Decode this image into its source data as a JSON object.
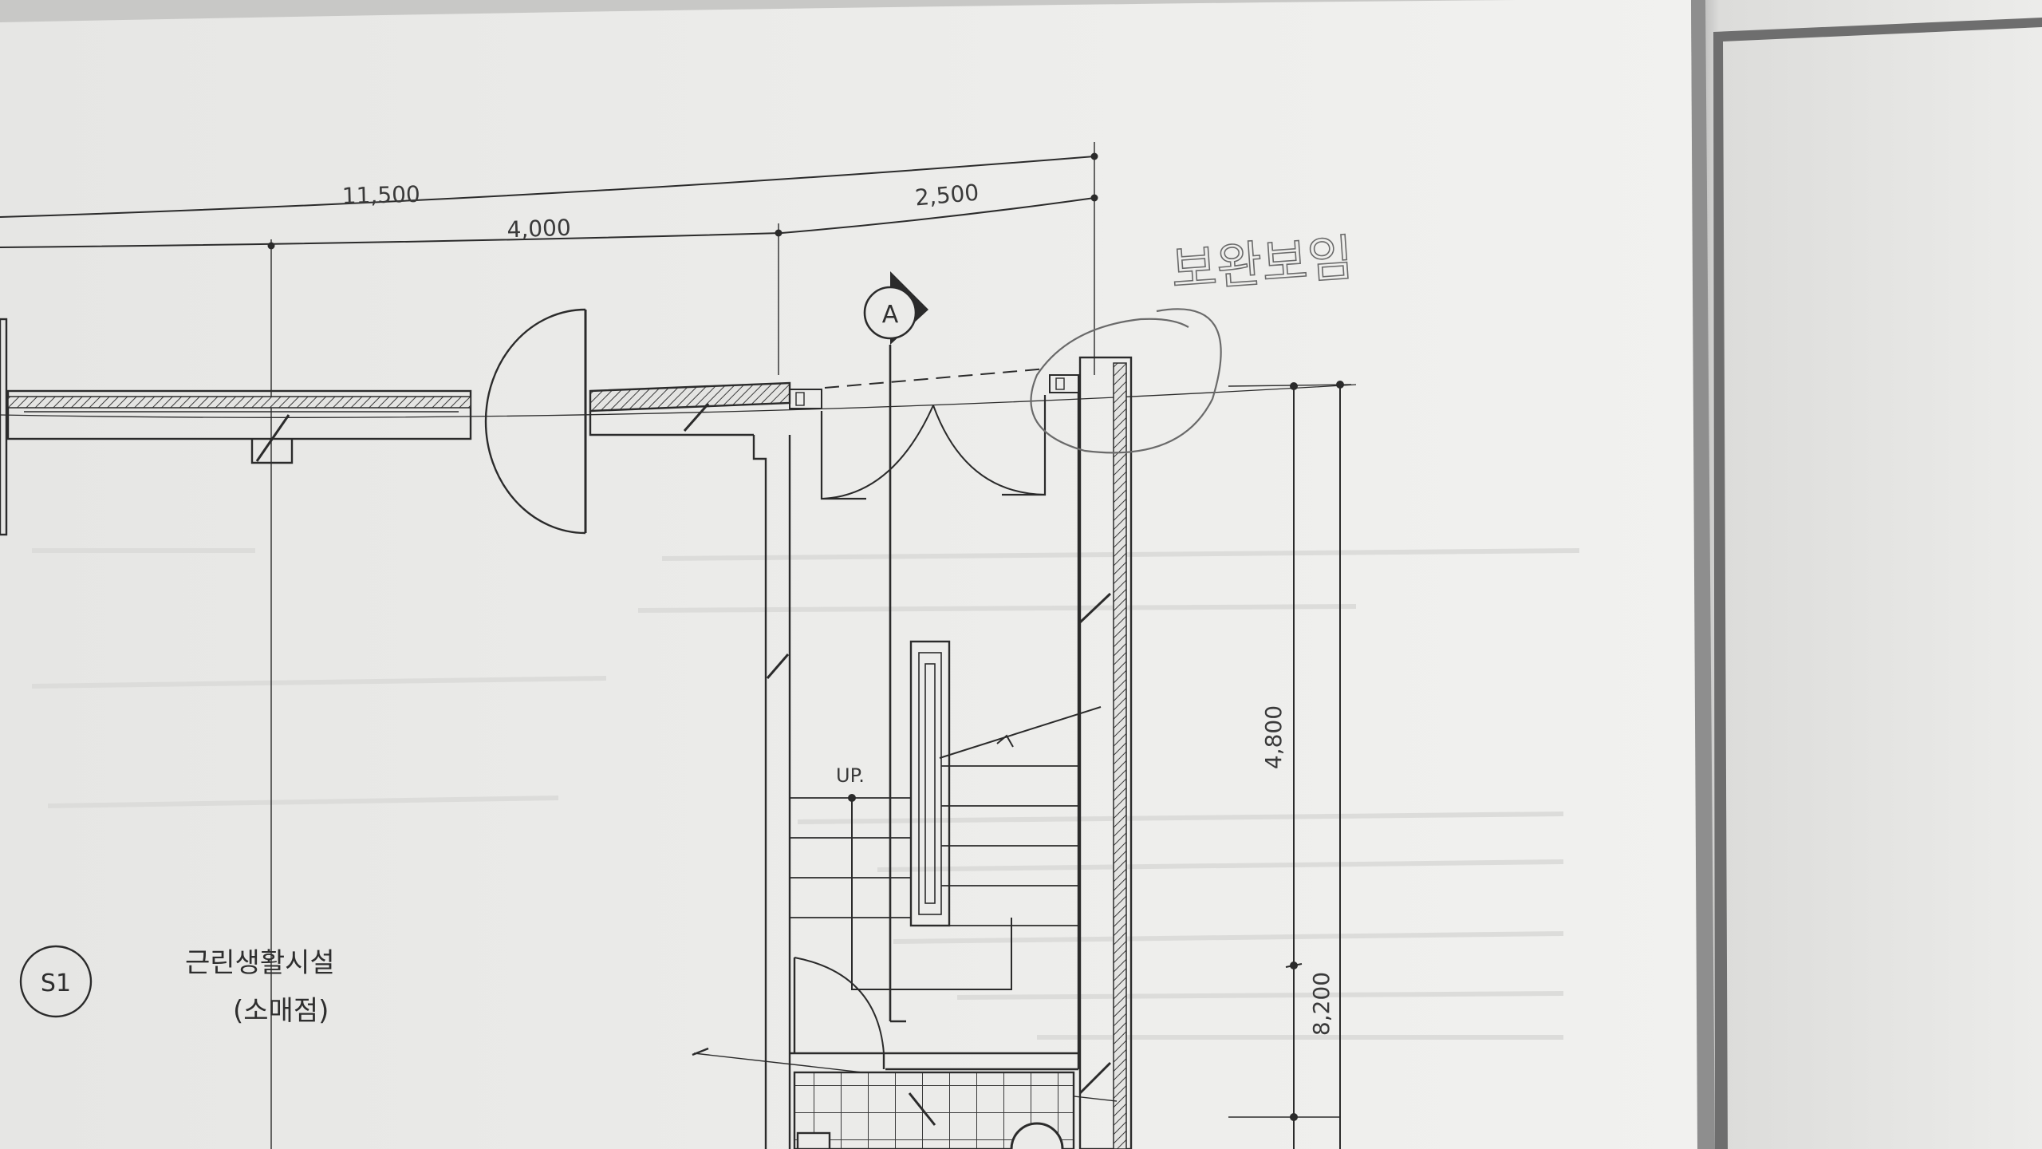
{
  "drawing": {
    "dimensions": {
      "overall_width": "11,500",
      "segment_left": "4,000",
      "segment_right": "2,500",
      "height_inner": "4,800",
      "height_outer": "8,200"
    },
    "section_marker": {
      "letter": "A"
    },
    "stair": {
      "up_label": "UP."
    },
    "room": {
      "tag": "S1",
      "name": "근린생활시설",
      "use": "(소매점)"
    },
    "annotation": {
      "handwritten": "보완보임"
    },
    "colors": {
      "paper": "#ececea",
      "ink": "#2b2b2b",
      "pencil": "#6a6a6a"
    }
  }
}
